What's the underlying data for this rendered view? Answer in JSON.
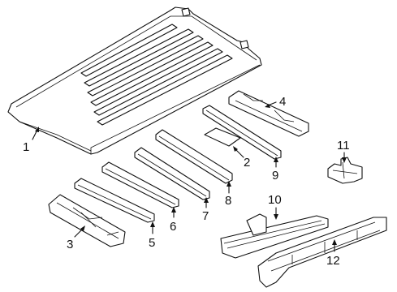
{
  "diagram": {
    "callouts": [
      "1",
      "2",
      "3",
      "4",
      "5",
      "6",
      "7",
      "8",
      "9",
      "10",
      "11",
      "12"
    ]
  }
}
